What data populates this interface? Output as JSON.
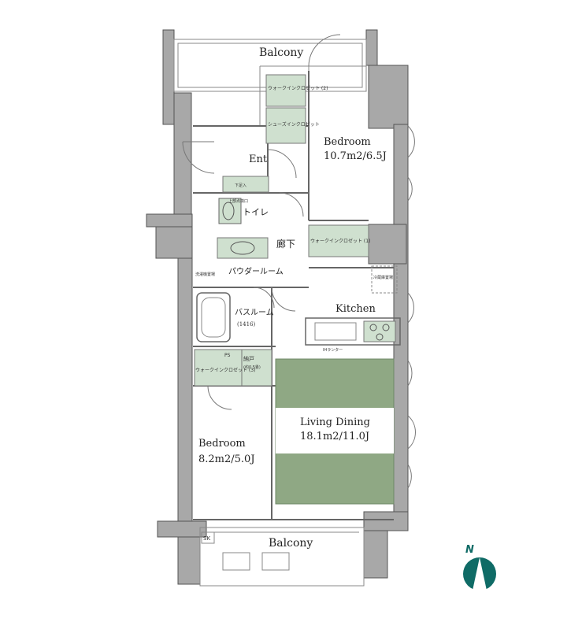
{
  "rooms": {
    "balcony_top": {
      "label": "Balcony"
    },
    "balcony_bottom": {
      "label": "Balcony"
    },
    "bedroom_main": {
      "label": "Bedroom",
      "area": "10.7m2/6.5J"
    },
    "bedroom_west": {
      "label": "Bedroom",
      "area": "8.2m2/5.0J"
    },
    "entrance": {
      "label": "Ent"
    },
    "kitchen": {
      "label": "Kitchen"
    },
    "living_dining": {
      "label": "Living Dining",
      "area": "18.1m2/11.0J"
    },
    "hallway": {
      "label": "廊下"
    },
    "toilet": {
      "label": "トイレ"
    },
    "powder_room": {
      "label": "パウダールーム"
    },
    "bathroom": {
      "label": "バスルーム",
      "size": "(1416)"
    }
  },
  "closets": {
    "wic_2": {
      "label": "ウォークインクロゼット (2)"
    },
    "shoes": {
      "label": "シューズインクロゼット"
    },
    "wic_1": {
      "label": "ウォークインクロゼット (1)"
    },
    "wic_3": {
      "label": "ウォークインクロゼット (3)"
    },
    "storage": {
      "label": "納戸",
      "size": "(約0.5畳)"
    }
  },
  "fixtures": {
    "ps": "PS",
    "sk": "SK",
    "top_vent": "上部点検口",
    "washer": "洗濯機置場",
    "range": "IHランター",
    "fridge": "冷蔵庫置場",
    "storage_shelf": "下足入"
  },
  "compass": {
    "label": "N"
  },
  "colors": {
    "wall": "#9a9a9a",
    "wall_light": "#c8c8c8",
    "closet_fill": "#cfe0cf",
    "floor_green": "#8fa884",
    "compass": "#0f6b66",
    "line": "#555555"
  }
}
